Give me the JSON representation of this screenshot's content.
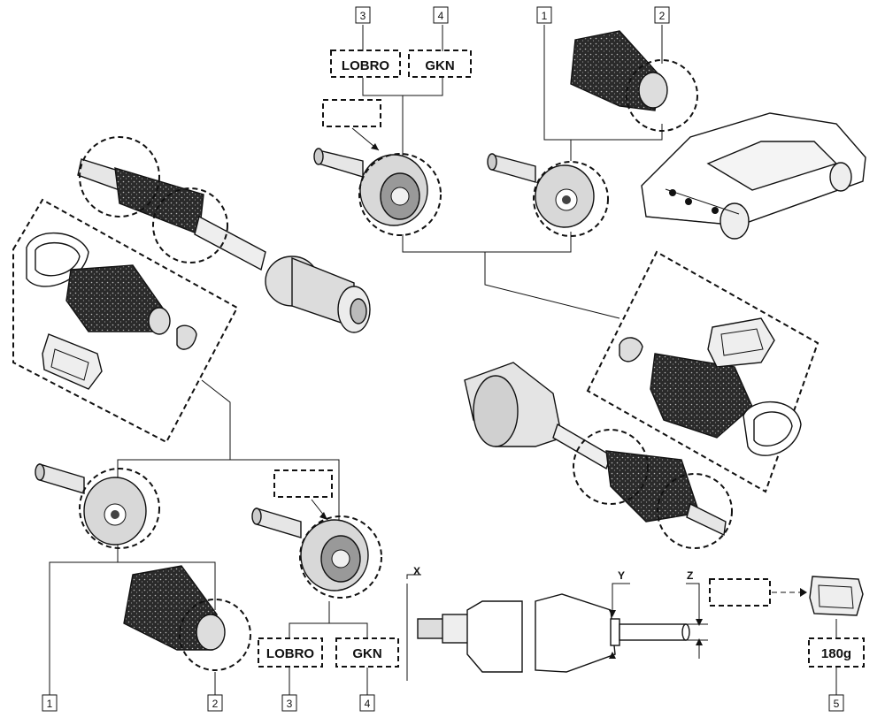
{
  "labels": {
    "lobro": "LOBRO",
    "gkn": "GKN",
    "grease_qty": "180g"
  },
  "callouts": {
    "n1": "1",
    "n2": "2",
    "n3": "3",
    "n4": "4",
    "n5": "5"
  },
  "dimensions": {
    "x": "X",
    "y": "Y",
    "z": "Z"
  }
}
